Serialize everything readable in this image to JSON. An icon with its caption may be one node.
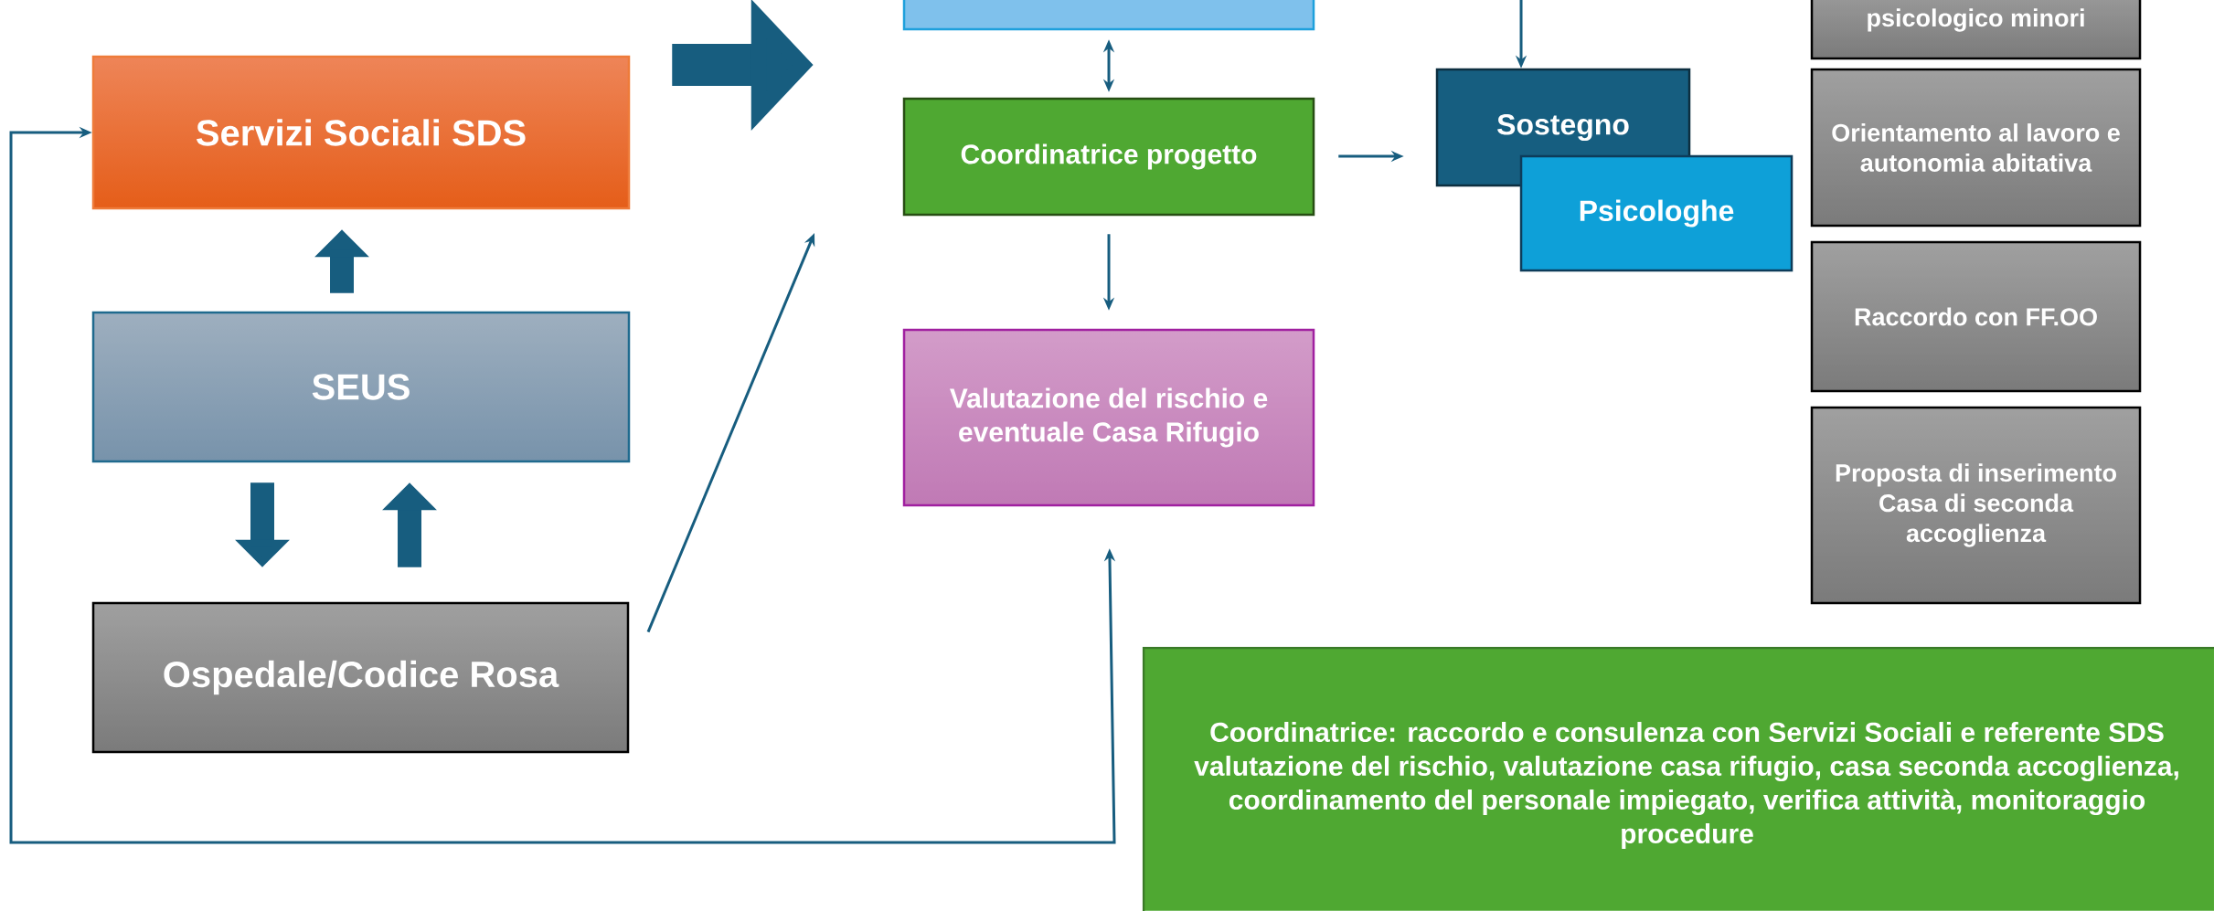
{
  "diagram": {
    "nodes": [
      {
        "text": [],
        "shape": "box"
      },
      {
        "text": [
          "Servizi Sociali SDS"
        ]
      },
      {
        "text": [
          "SEUS"
        ]
      },
      {
        "text": [
          "Ospedale/Codice Rosa"
        ]
      },
      {
        "text": [
          "Coordinatrice progetto"
        ]
      },
      {
        "text": [
          "Valutazione del rischio e eventuale Casa Rifugio"
        ]
      },
      {
        "text": [
          "Sostegno"
        ]
      },
      {
        "text": [
          "Psicologhe"
        ]
      },
      {
        "text": [
          "psicologico minori"
        ]
      },
      {
        "text": [
          "Orientamento al lavoro e autonomia abitativa"
        ]
      },
      {
        "text": [
          "Raccordo con FF.OO"
        ]
      },
      {
        "text": [
          "Proposta di inserimento Casa di seconda accoglienza"
        ]
      },
      {
        "text": [
          "Coordinatrice: raccordo e consulenza con Servizi Sociali e referente SDS valutazione del rischio, valutazione casa rifugio, casa seconda accoglienza, coordinamento del personale impiegato, verifica attività, monitoraggio procedure"
        ]
      }
    ],
    "edges": [
      {
        "from": 1,
        "to": 0,
        "arrow": "to",
        "style": "thick"
      },
      {
        "from": 2,
        "to": 1,
        "arrow": "to",
        "style": "thick"
      },
      {
        "from": 2,
        "to": 3,
        "arrow": "to",
        "style": "thick"
      },
      {
        "from": 3,
        "to": 2,
        "arrow": "to",
        "style": "thick"
      },
      {
        "from": 3,
        "to": null,
        "arrow": "to"
      },
      {
        "from": 0,
        "to": 4,
        "arrow": "both"
      },
      {
        "from": 4,
        "to": 6,
        "arrow": "to"
      },
      {
        "from": 4,
        "to": 5,
        "arrow": "to"
      },
      {
        "from": null,
        "to": 6,
        "arrow": "to"
      },
      {
        "from": 1,
        "to": 5,
        "arrow": "both"
      }
    ]
  }
}
